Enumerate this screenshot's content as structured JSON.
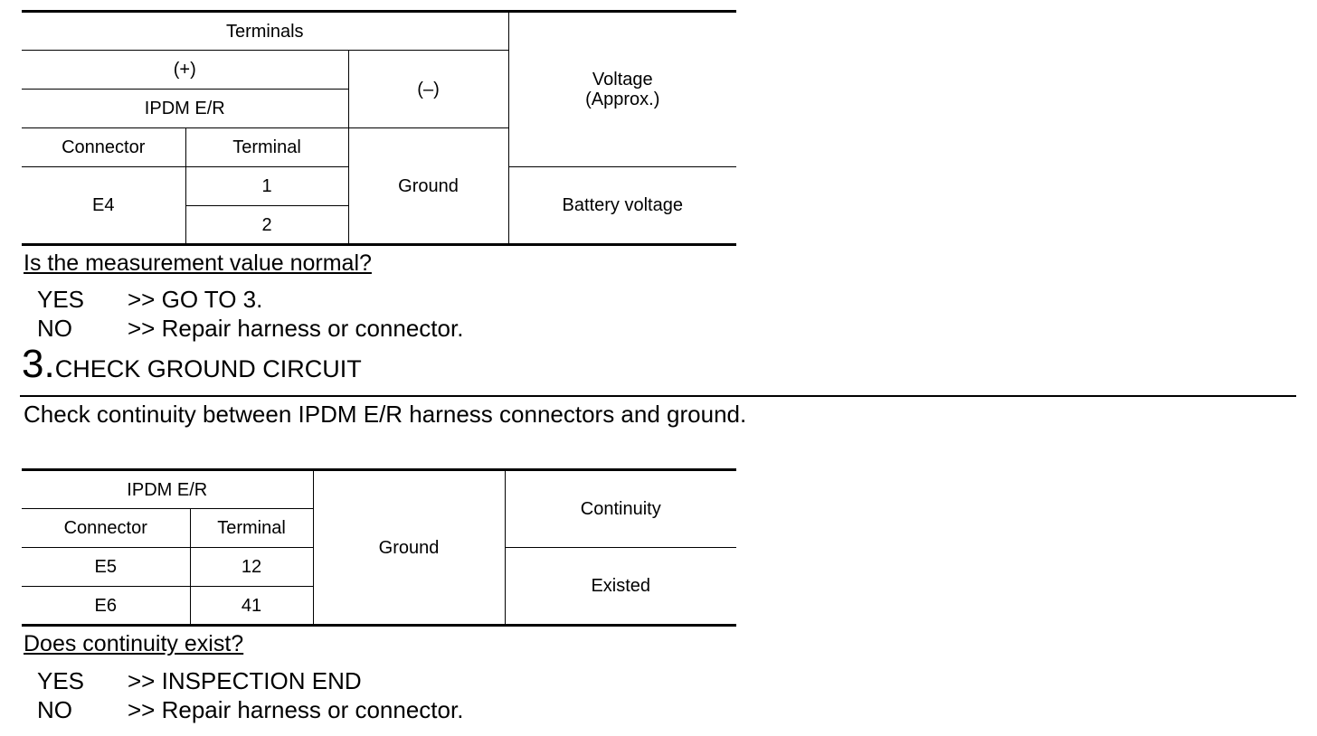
{
  "table1": {
    "terminals": "Terminals",
    "plus": "(+)",
    "minus": "(–)",
    "ipdm": "IPDM E/R",
    "voltage": "Voltage",
    "approx": "(Approx.)",
    "connector_hdr": "Connector",
    "terminal_hdr": "Terminal",
    "connector": "E4",
    "terminal_1": "1",
    "terminal_2": "2",
    "ground": "Ground",
    "battery": "Battery  voltage"
  },
  "question1": "Is the measurement value normal?",
  "answers1": [
    {
      "key": "YES",
      "text": ">> GO TO 3."
    },
    {
      "key": "NO",
      "text": ">> Repair harness or connector."
    }
  ],
  "step": {
    "number": "3.",
    "title": "CHECK GROUND CIRCUIT"
  },
  "description": "Check continuity between IPDM E/R harness connectors and ground.",
  "table2": {
    "ipdm": "IPDM E/R",
    "connector_hdr": "Connector",
    "terminal_hdr": "Terminal",
    "ground": "Ground",
    "continuity": "Continuity",
    "existed": "Existed",
    "rows": [
      {
        "connector": "E5",
        "terminal": "12"
      },
      {
        "connector": "E6",
        "terminal": "41"
      }
    ]
  },
  "question2": "Does continuity exist?",
  "answers2": [
    {
      "key": "YES",
      "text": ">> INSPECTION END"
    },
    {
      "key": "NO",
      "text": ">> Repair harness or connector."
    }
  ]
}
